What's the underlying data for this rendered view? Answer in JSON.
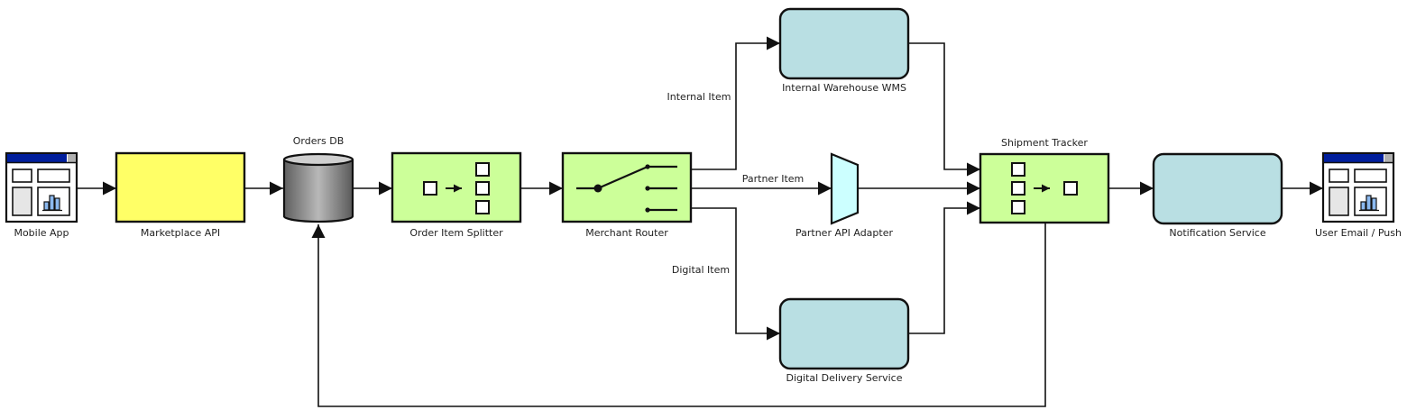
{
  "diagram": {
    "title": "",
    "colors": {
      "endpoint_yellow": "#ffff66",
      "processor_green": "#ccff99",
      "service_teal": "#b9dfe3",
      "adapter_cyan": "#ccffff",
      "window_titlebar": "#001e9c",
      "window_bar_btn": "#b0b0b0",
      "chart_bar": "#8bb9ef",
      "stroke": "#111111"
    },
    "nodes": {
      "mobile_app": {
        "label": "Mobile App",
        "icon": "application-window-icon"
      },
      "marketplace_api": {
        "label": "Marketplace API",
        "icon": "message-endpoint"
      },
      "orders_db": {
        "label": "Orders DB",
        "icon": "database-cylinder-icon"
      },
      "order_item_splitter": {
        "label": "Order Item Splitter",
        "icon": "splitter-icon"
      },
      "merchant_router": {
        "label": "Merchant Router",
        "icon": "content-router-switch-icon"
      },
      "internal_warehouse_wms": {
        "label": "Internal Warehouse WMS",
        "icon": "service-box"
      },
      "partner_api_adapter": {
        "label": "Partner API Adapter",
        "icon": "channel-adapter-trapezoid-icon"
      },
      "digital_delivery_service": {
        "label": "Digital Delivery Service",
        "icon": "service-box"
      },
      "shipment_tracker": {
        "label": "Shipment Tracker",
        "icon": "aggregator-icon"
      },
      "notification_service": {
        "label": "Notification Service",
        "icon": "service-box"
      },
      "user_email_push": {
        "label": "User Email / Push",
        "icon": "application-window-icon"
      }
    },
    "edges": [
      {
        "from": "Mobile App",
        "to": "Marketplace API",
        "label": ""
      },
      {
        "from": "Marketplace API",
        "to": "Orders DB",
        "label": ""
      },
      {
        "from": "Orders DB",
        "to": "Order Item Splitter",
        "label": ""
      },
      {
        "from": "Order Item Splitter",
        "to": "Merchant Router",
        "label": ""
      },
      {
        "from": "Merchant Router",
        "to": "Internal Warehouse WMS",
        "label": "Internal Item"
      },
      {
        "from": "Merchant Router",
        "to": "Partner API Adapter",
        "label": "Partner Item"
      },
      {
        "from": "Merchant Router",
        "to": "Digital Delivery Service",
        "label": "Digital Item"
      },
      {
        "from": "Internal Warehouse WMS",
        "to": "Shipment Tracker",
        "label": ""
      },
      {
        "from": "Partner API Adapter",
        "to": "Shipment Tracker",
        "label": ""
      },
      {
        "from": "Digital Delivery Service",
        "to": "Shipment Tracker",
        "label": ""
      },
      {
        "from": "Shipment Tracker",
        "to": "Notification Service",
        "label": ""
      },
      {
        "from": "Notification Service",
        "to": "User Email / Push",
        "label": ""
      },
      {
        "from": "Shipment Tracker",
        "to": "Orders DB",
        "label": ""
      }
    ],
    "edge_labels": {
      "internal": "Internal Item",
      "partner": "Partner Item",
      "digital": "Digital Item"
    }
  }
}
